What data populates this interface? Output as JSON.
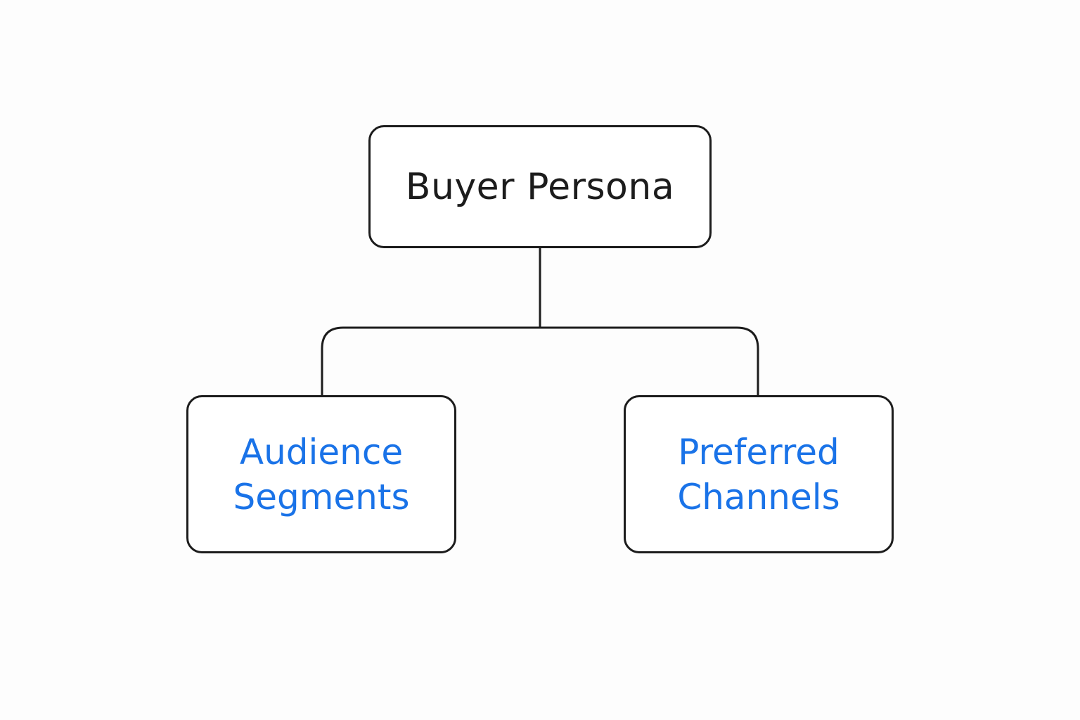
{
  "root": {
    "label": "Buyer Persona"
  },
  "children": [
    {
      "line1": "Audience",
      "line2": "Segments"
    },
    {
      "line1": "Preferred",
      "line2": "Channels"
    }
  ],
  "colors": {
    "root_text": "#1c1c1c",
    "child_text": "#1a73e8",
    "border": "#1c1c1c",
    "background": "#fdfdfd"
  }
}
